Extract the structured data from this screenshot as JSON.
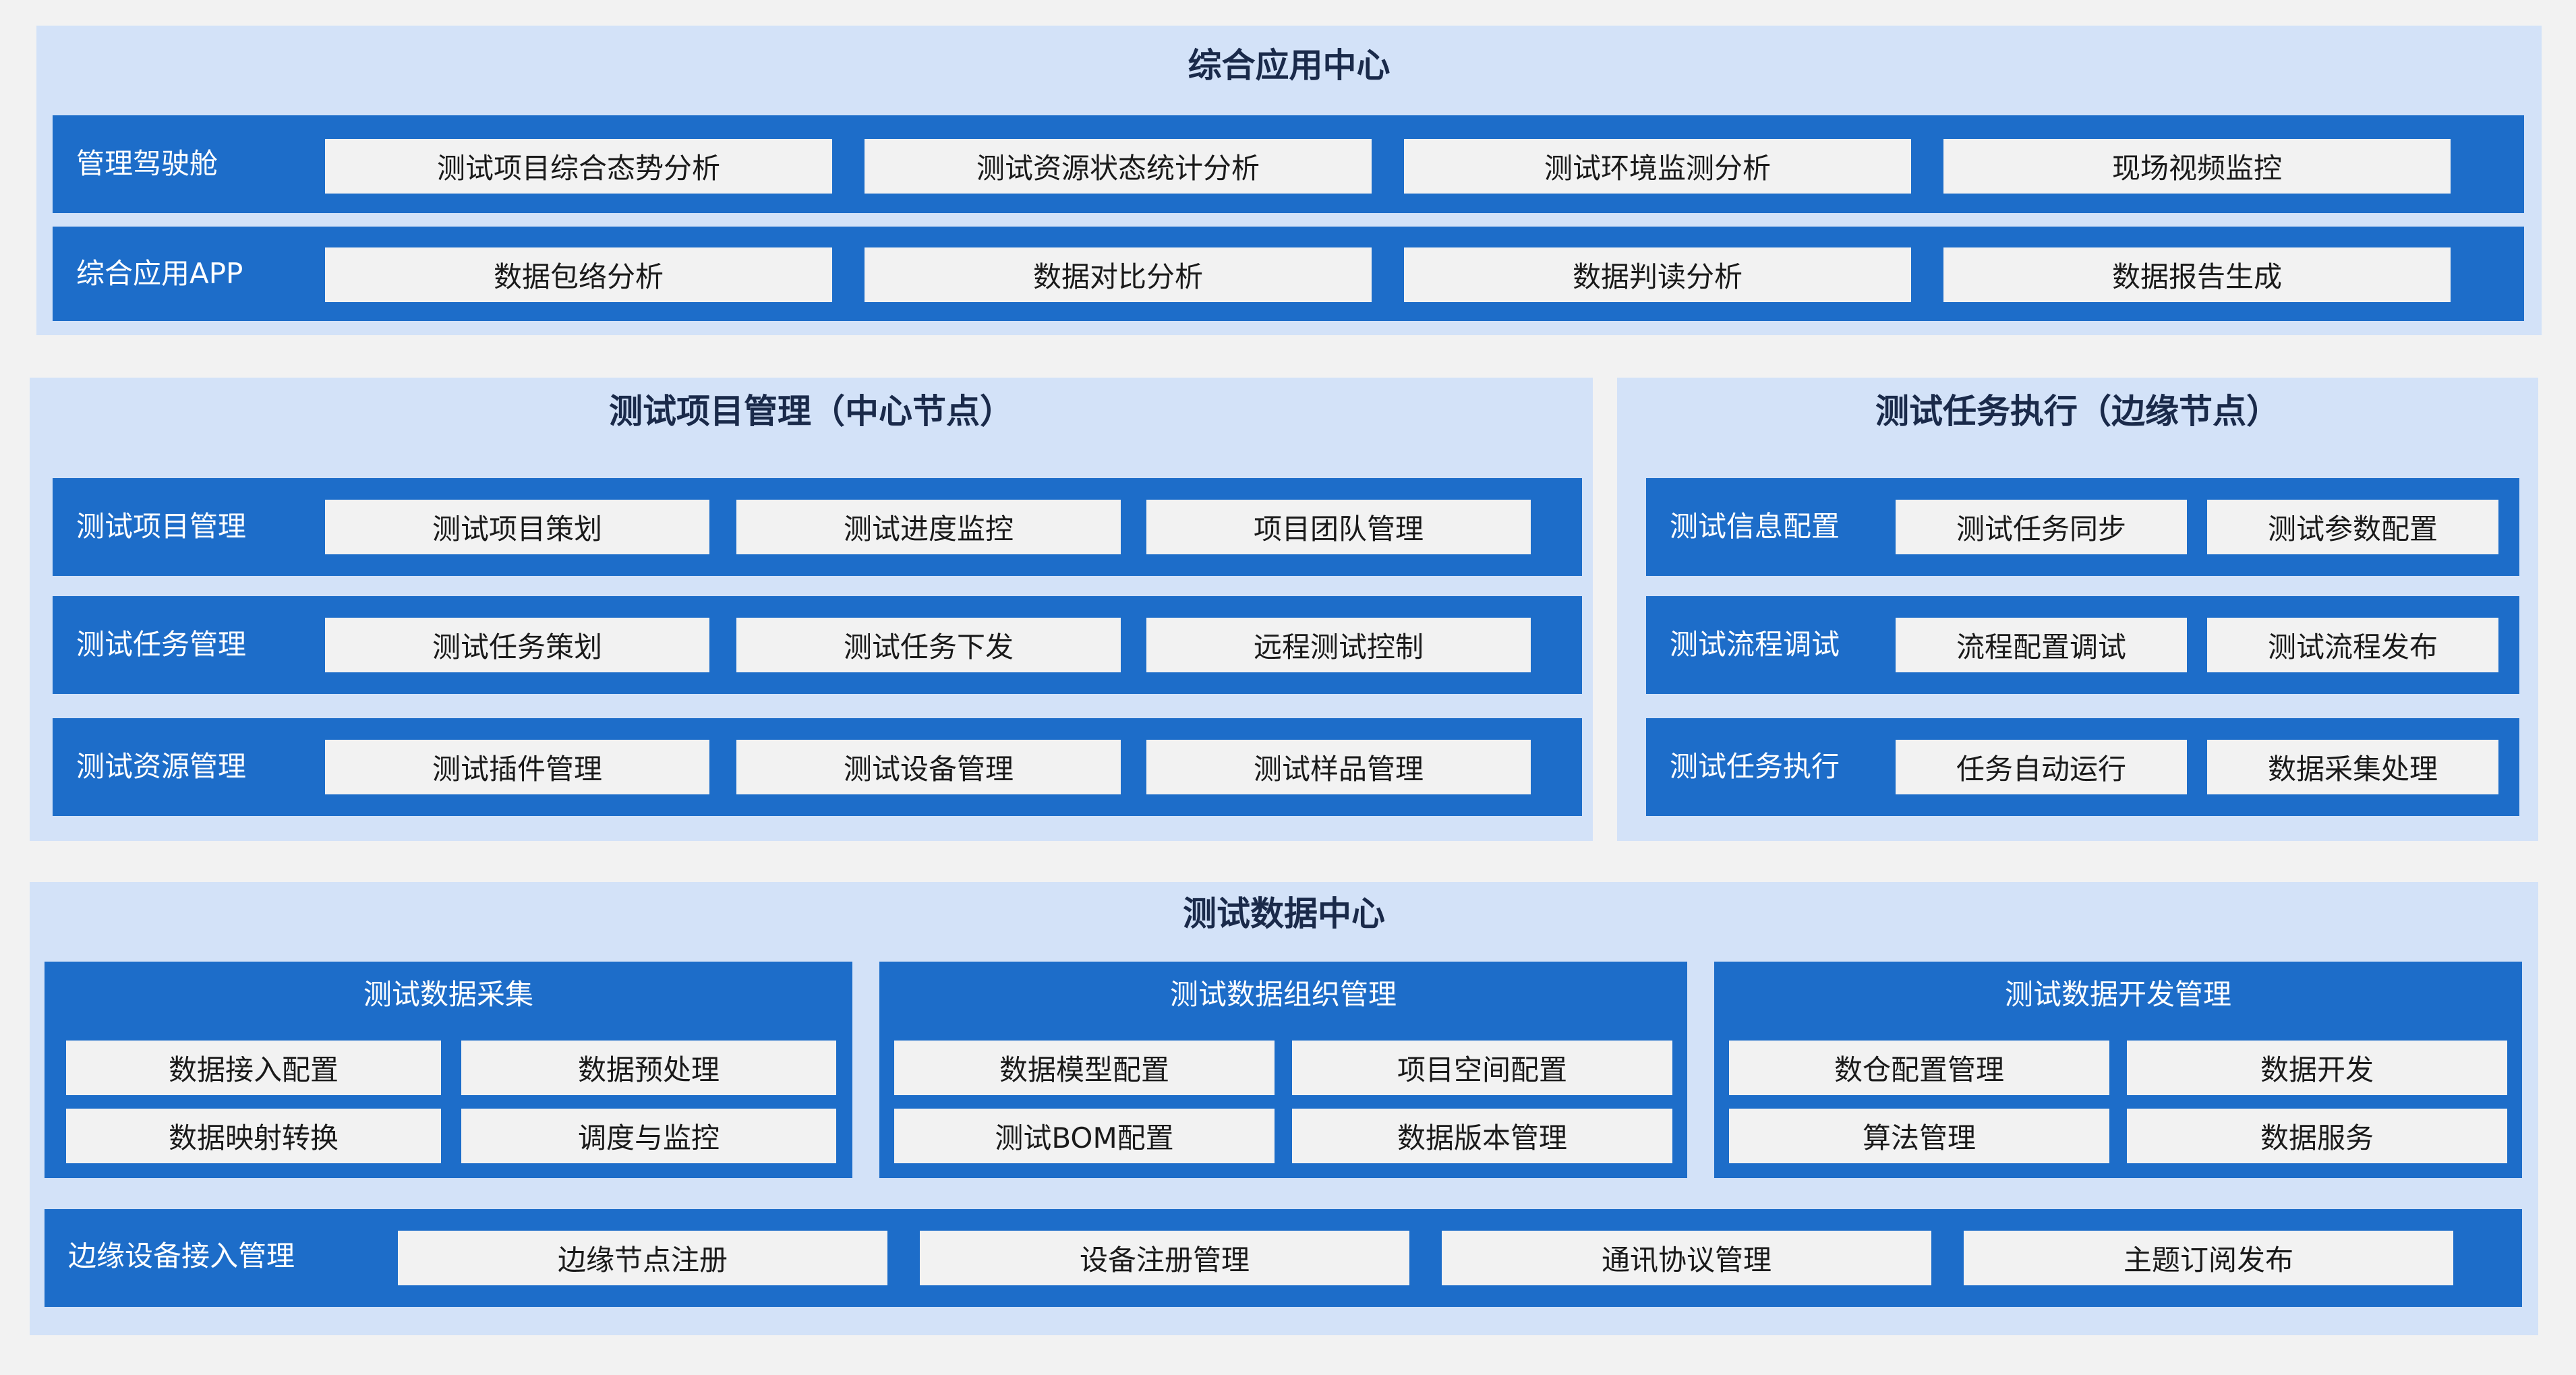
{
  "app_center": {
    "title": "综合应用中心",
    "rows": [
      {
        "label": "管理驾驶舱",
        "items": [
          "测试项目综合态势分析",
          "测试资源状态统计分析",
          "测试环境监测分析",
          "现场视频监控"
        ]
      },
      {
        "label": "综合应用APP",
        "items": [
          "数据包络分析",
          "数据对比分析",
          "数据判读分析",
          "数据报告生成"
        ]
      }
    ]
  },
  "project_mgmt": {
    "title": "测试项目管理（中心节点）",
    "rows": [
      {
        "label": "测试项目管理",
        "items": [
          "测试项目策划",
          "测试进度监控",
          "项目团队管理"
        ]
      },
      {
        "label": "测试任务管理",
        "items": [
          "测试任务策划",
          "测试任务下发",
          "远程测试控制"
        ]
      },
      {
        "label": "测试资源管理",
        "items": [
          "测试插件管理",
          "测试设备管理",
          "测试样品管理"
        ]
      }
    ]
  },
  "task_exec": {
    "title": "测试任务执行（边缘节点）",
    "rows": [
      {
        "label": "测试信息配置",
        "items": [
          "测试任务同步",
          "测试参数配置"
        ]
      },
      {
        "label": "测试流程调试",
        "items": [
          "流程配置调试",
          "测试流程发布"
        ]
      },
      {
        "label": "测试任务执行",
        "items": [
          "任务自动运行",
          "数据采集处理"
        ]
      }
    ]
  },
  "data_center": {
    "title": "测试数据中心",
    "groups": [
      {
        "title": "测试数据采集",
        "items": [
          "数据接入配置",
          "数据预处理",
          "数据映射转换",
          "调度与监控"
        ]
      },
      {
        "title": "测试数据组织管理",
        "items": [
          "数据模型配置",
          "项目空间配置",
          "测试BOM配置",
          "数据版本管理"
        ]
      },
      {
        "title": "测试数据开发管理",
        "items": [
          "数仓配置管理",
          "数据开发",
          "算法管理",
          "数据服务"
        ]
      }
    ],
    "edge": {
      "label": "边缘设备接入管理",
      "items": [
        "边缘节点注册",
        "设备注册管理",
        "通讯协议管理",
        "主题订阅发布"
      ]
    }
  }
}
